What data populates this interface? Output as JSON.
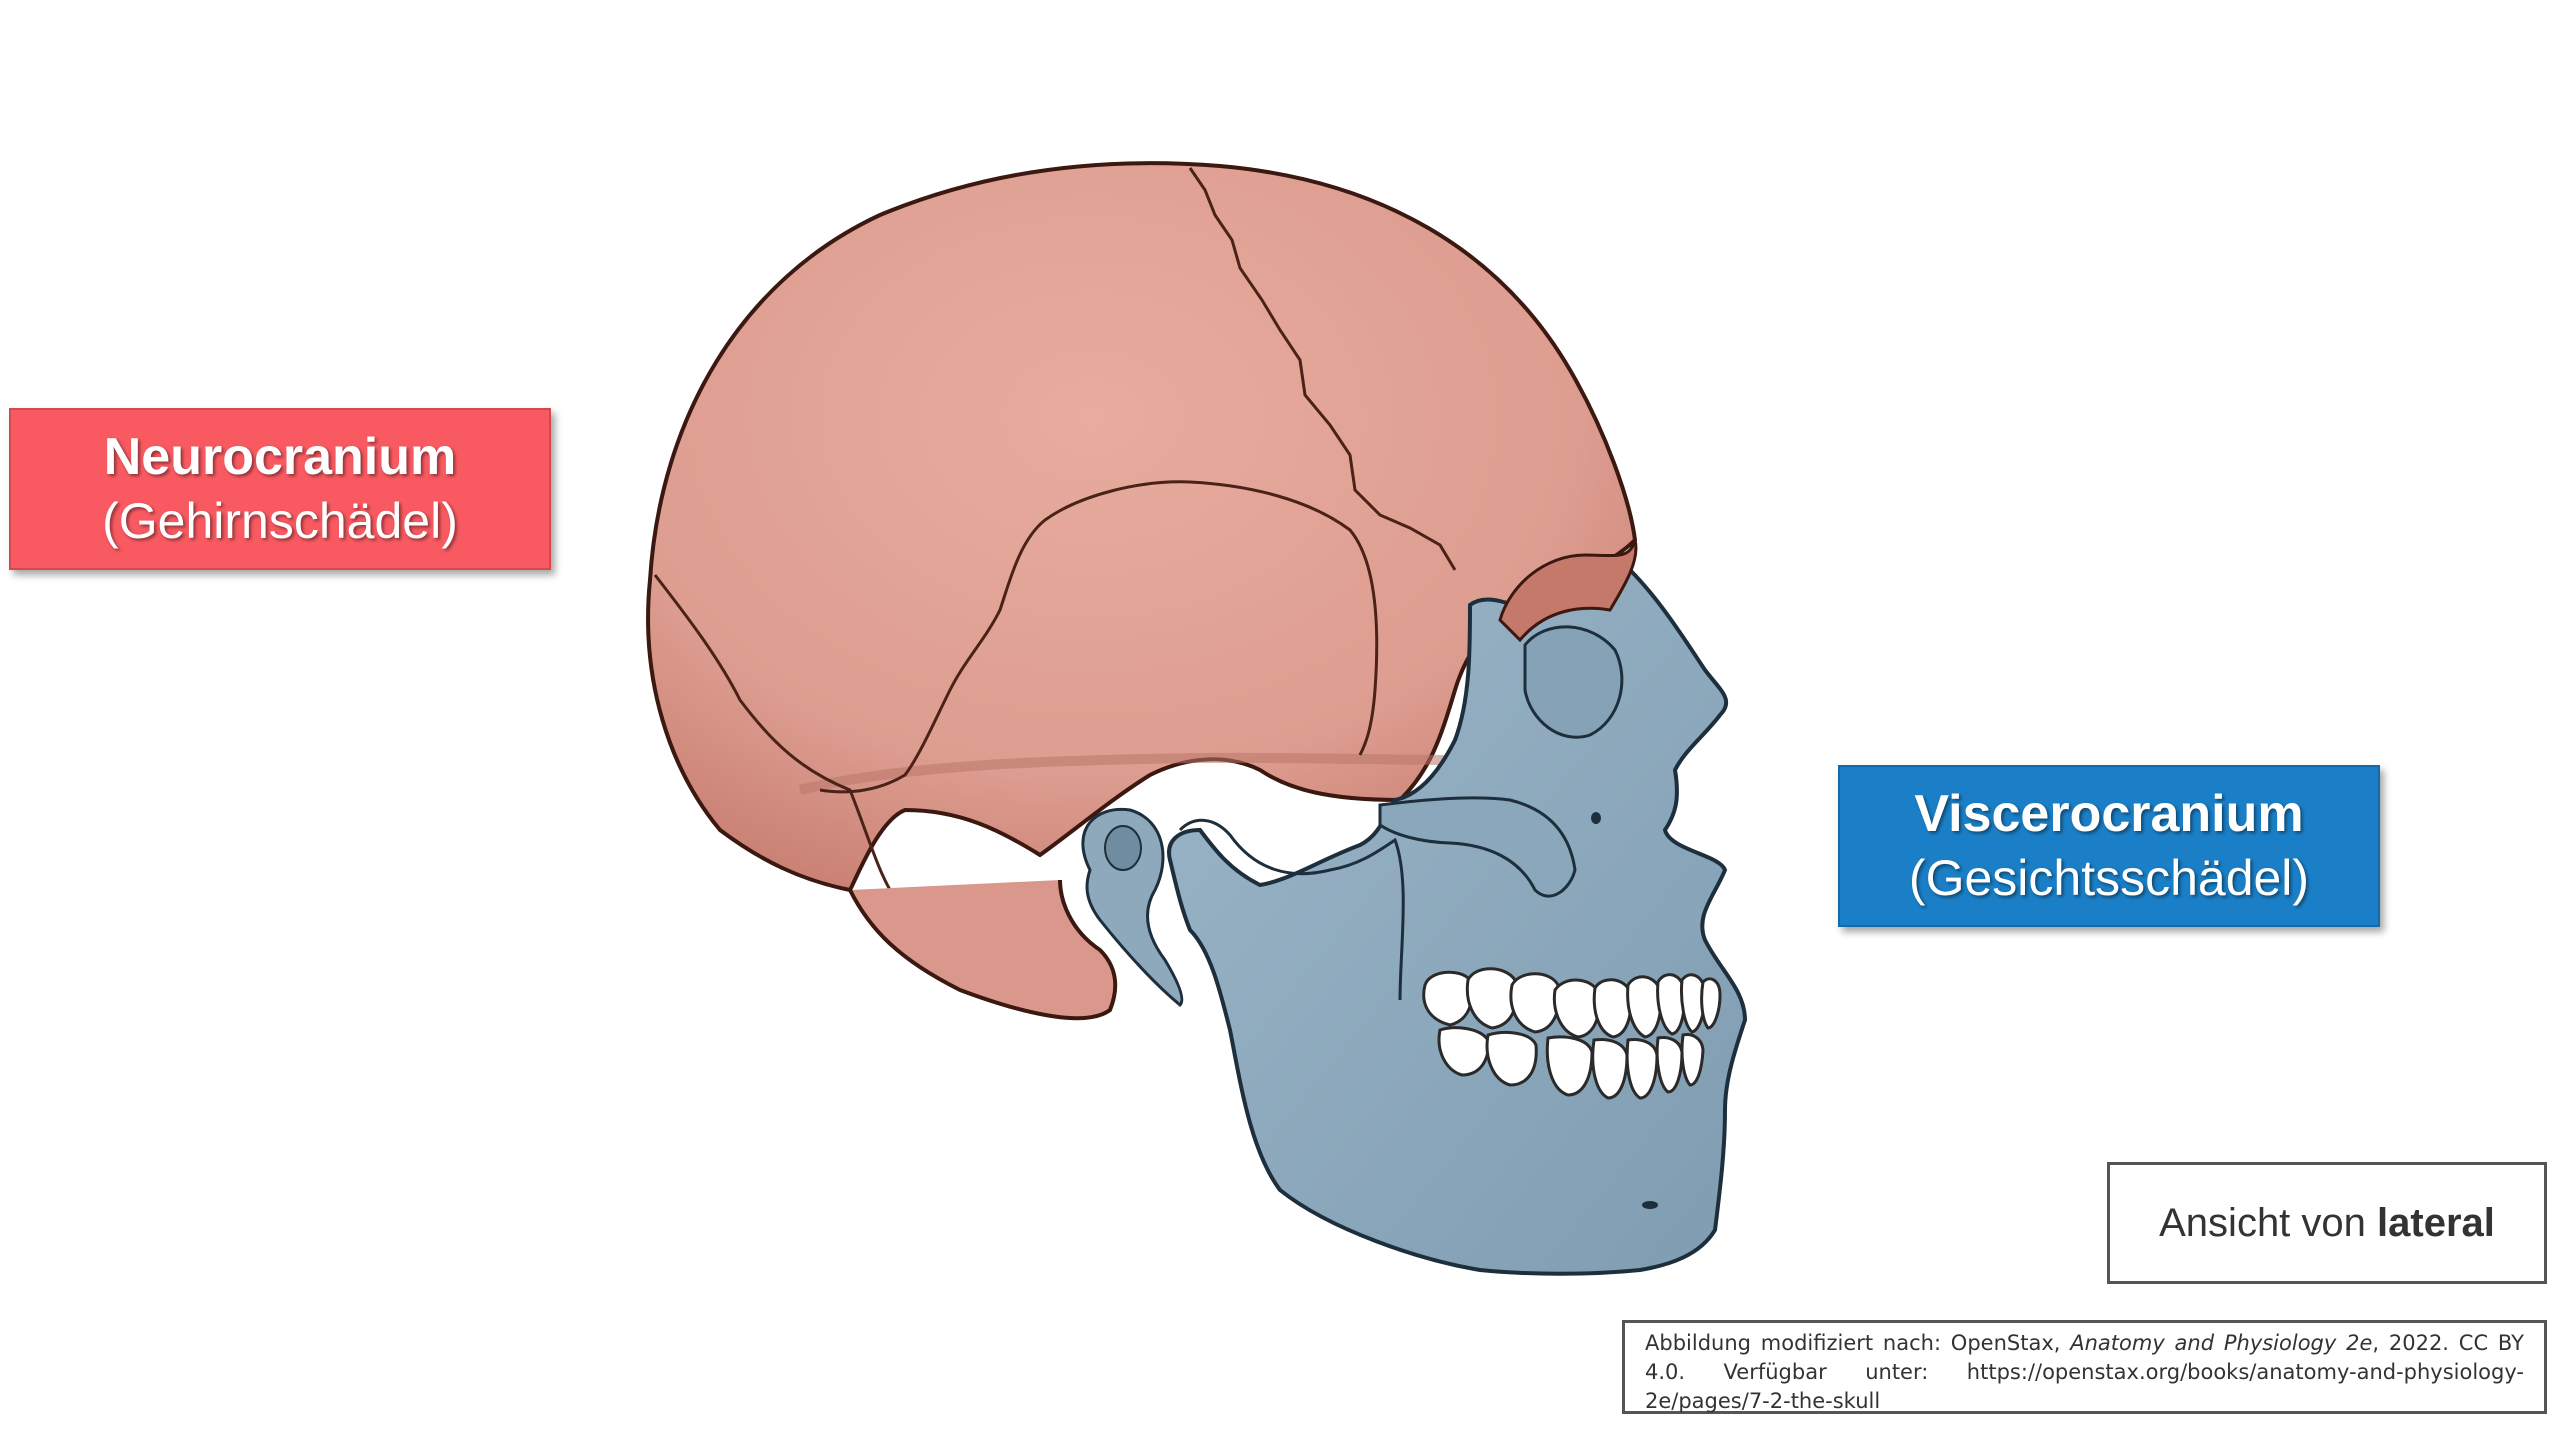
{
  "labels": {
    "neurocranium": {
      "title": "Neurocranium",
      "subtitle": "(Gehirnschädel)"
    },
    "viscerocranium": {
      "title": "Viscerocranium",
      "subtitle": "(Gesichtsschädel)"
    }
  },
  "view": {
    "prefix": "Ansicht von ",
    "emphasis": "lateral"
  },
  "credit": {
    "part1": "Abbildung modifiziert nach: OpenStax, ",
    "book": "Anatomy and Physiology 2e",
    "part2": ", 2022. CC BY 4.0. Verfügbar unter: https://openstax.org/books/anatomy-and-physiology-2e/pages/7-2-the-skull"
  },
  "colors": {
    "neurocranium": "#e2a195",
    "viscerocranium": "#93aec1",
    "neuro_label_bg": "#f95a61",
    "viscero_label_bg": "#1a7fc7",
    "teeth": "#ffffff"
  }
}
